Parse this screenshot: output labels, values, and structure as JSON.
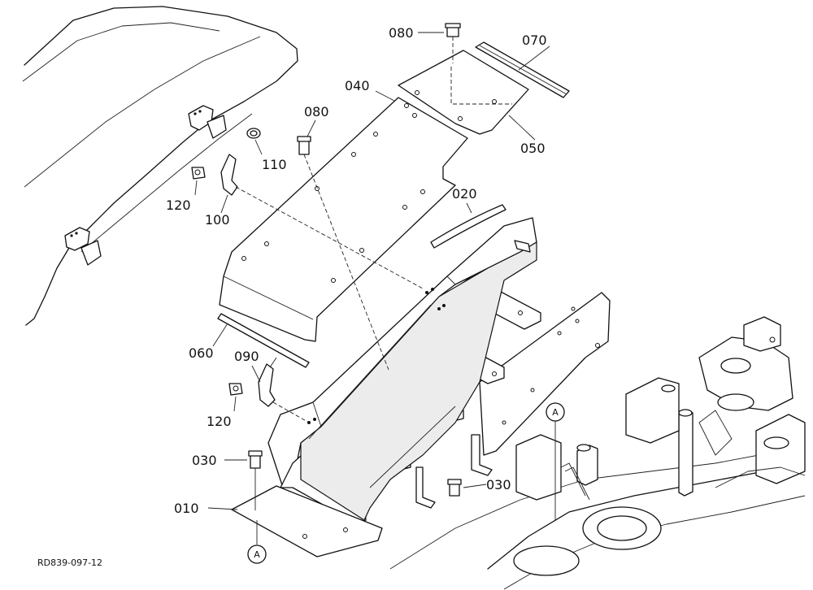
{
  "diagram": {
    "code": "RD839-097-12",
    "ref_mark": "A",
    "parts": {
      "p010": "010",
      "p020": "020",
      "p030a": "030",
      "p030b": "030",
      "p040": "040",
      "p050": "050",
      "p060": "060",
      "p070": "070",
      "p080a": "080",
      "p080b": "080",
      "p090": "090",
      "p100": "100",
      "p110": "110",
      "p120a": "120",
      "p120b": "120"
    }
  }
}
